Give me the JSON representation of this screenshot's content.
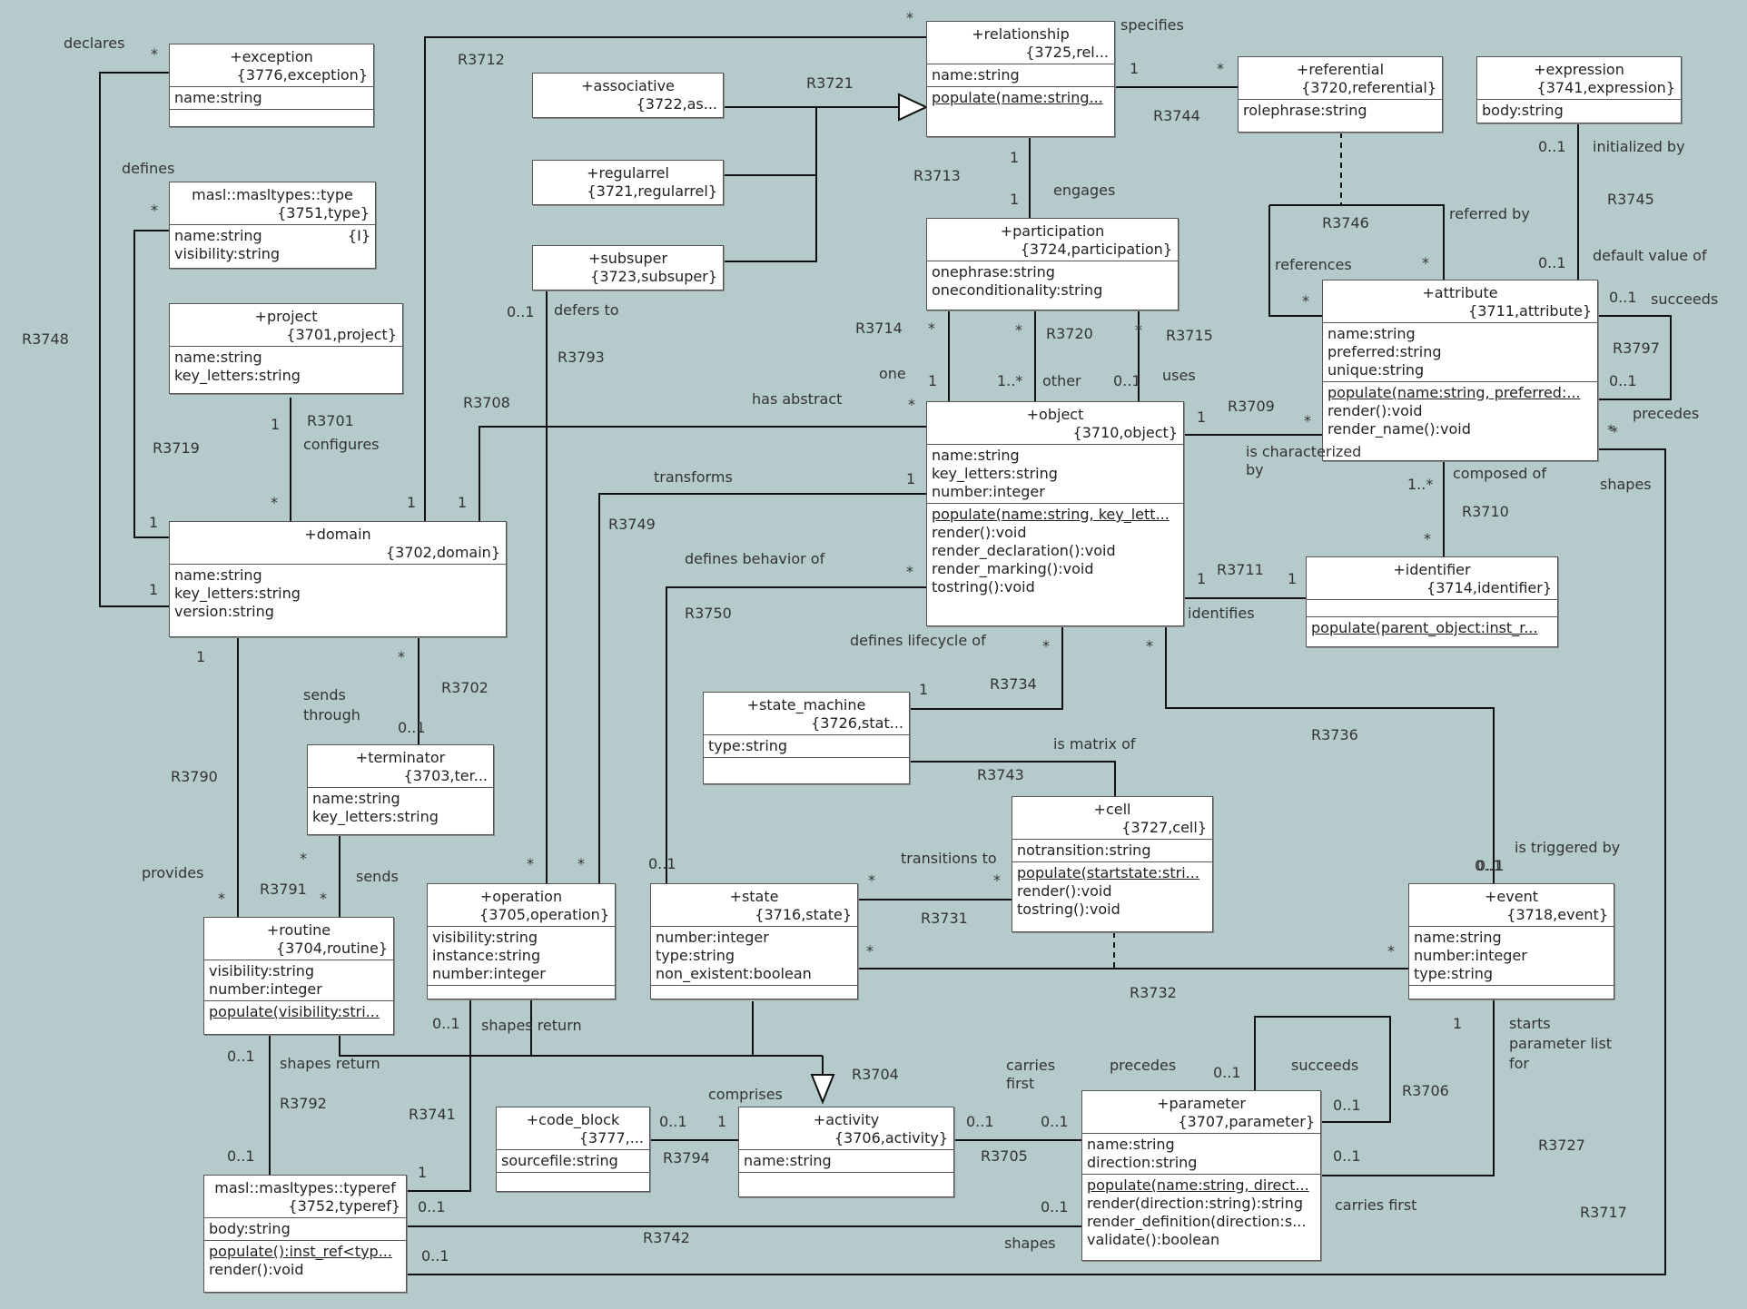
{
  "classes": {
    "exception": {
      "name": "+exception",
      "stereo": "{3776,exception}",
      "attrs": [
        "name:string"
      ],
      "ops": []
    },
    "type": {
      "name": "masl::masltypes::type",
      "stereo": "{3751,type}",
      "attrs": [
        "name:string",
        "visibility:string"
      ],
      "attr_tag": "{I}",
      "ops": []
    },
    "project": {
      "name": "+project",
      "stereo": "{3701,project}",
      "attrs": [
        "name:string",
        "key_letters:string"
      ],
      "ops": []
    },
    "domain": {
      "name": "+domain",
      "stereo": "{3702,domain}",
      "attrs": [
        "name:string",
        "key_letters:string",
        "version:string"
      ],
      "ops": []
    },
    "associative": {
      "name": "+associative",
      "stereo": "{3722,as..."
    },
    "regularrel": {
      "name": "+regularrel",
      "stereo": "{3721,regularrel}"
    },
    "subsuper": {
      "name": "+subsuper",
      "stereo": "{3723,subsuper}"
    },
    "relationship": {
      "name": "+relationship",
      "stereo": "{3725,rel...",
      "attrs": [
        "name:string"
      ],
      "ops": [
        "populate(name:string..."
      ]
    },
    "referential": {
      "name": "+referential",
      "stereo": "{3720,referential}",
      "attrs": [
        "rolephrase:string"
      ],
      "ops": []
    },
    "expression": {
      "name": "+expression",
      "stereo": "{3741,expression}",
      "attrs": [
        "body:string"
      ],
      "ops": []
    },
    "participation": {
      "name": "+participation",
      "stereo": "{3724,participation}",
      "attrs": [
        "onephrase:string",
        "oneconditionality:string"
      ]
    },
    "attribute": {
      "name": "+attribute",
      "stereo": "{3711,attribute}",
      "attrs": [
        "name:string",
        "preferred:string",
        "unique:string"
      ],
      "ops": [
        "populate(name:string, preferred:...",
        "render():void",
        "render_name():void"
      ]
    },
    "object": {
      "name": "+object",
      "stereo": "{3710,object}",
      "attrs": [
        "name:string",
        "key_letters:string",
        "number:integer"
      ],
      "ops": [
        "populate(name:string, key_lett...",
        "render():void",
        "render_declaration():void",
        "render_marking():void",
        "tostring():void"
      ]
    },
    "identifier": {
      "name": "+identifier",
      "stereo": "{3714,identifier}",
      "attrs": [],
      "ops": [
        "populate(parent_object:inst_r..."
      ]
    },
    "state_machine": {
      "name": "+state_machine",
      "stereo": "{3726,stat...",
      "attrs": [
        "type:string"
      ],
      "ops": []
    },
    "cell": {
      "name": "+cell",
      "stereo": "{3727,cell}",
      "attrs": [
        "notransition:string"
      ],
      "ops": [
        "populate(startstate:stri...",
        "render():void",
        "tostring():void"
      ]
    },
    "terminator": {
      "name": "+terminator",
      "stereo": "{3703,ter...",
      "attrs": [
        "name:string",
        "key_letters:string"
      ]
    },
    "routine": {
      "name": "+routine",
      "stereo": "{3704,routine}",
      "attrs": [
        "visibility:string",
        "number:integer"
      ],
      "ops": [
        "populate(visibility:stri..."
      ]
    },
    "operation": {
      "name": "+operation",
      "stereo": "{3705,operation}",
      "attrs": [
        "visibility:string",
        "instance:string",
        "number:integer"
      ],
      "ops": []
    },
    "state": {
      "name": "+state",
      "stereo": "{3716,state}",
      "attrs": [
        "number:integer",
        "type:string",
        "non_existent:boolean"
      ],
      "ops": []
    },
    "event": {
      "name": "+event",
      "stereo": "{3718,event}",
      "attrs": [
        "name:string",
        "number:integer",
        "type:string"
      ],
      "ops": []
    },
    "code_block": {
      "name": "+code_block",
      "stereo": "{3777,...",
      "attrs": [
        "sourcefile:string"
      ],
      "ops": []
    },
    "activity": {
      "name": "+activity",
      "stereo": "{3706,activity}",
      "attrs": [
        "name:string"
      ],
      "ops": []
    },
    "parameter": {
      "name": "+parameter",
      "stereo": "{3707,parameter}",
      "attrs": [
        "name:string",
        "direction:string"
      ],
      "ops": [
        "populate(name:string, direct...",
        "render(direction:string):string",
        "render_definition(direction:s...",
        "validate():boolean"
      ]
    },
    "typeref": {
      "name": "masl::masltypes::typeref",
      "stereo": "{3752,typeref}",
      "attrs": [
        "body:string"
      ],
      "ops": [
        "populate():inst_ref<typ...",
        "render():void"
      ]
    }
  },
  "labels": [
    {
      "id": "declares",
      "t": "declares"
    },
    {
      "id": "defines",
      "t": "defines"
    },
    {
      "id": "r3748",
      "t": "R3748"
    },
    {
      "id": "r3712",
      "t": "R3712"
    },
    {
      "id": "r3721",
      "t": "R3721"
    },
    {
      "id": "specifies",
      "t": "specifies"
    },
    {
      "id": "r3744",
      "t": "R3744"
    },
    {
      "id": "r3713",
      "t": "R3713"
    },
    {
      "id": "engages",
      "t": "engages"
    },
    {
      "id": "r3746",
      "t": "R3746"
    },
    {
      "id": "referred_by",
      "t": "referred by"
    },
    {
      "id": "references",
      "t": "references"
    },
    {
      "id": "initialized_by",
      "t": "initialized by"
    },
    {
      "id": "r3745",
      "t": "R3745"
    },
    {
      "id": "default_value_of",
      "t": "default value of"
    },
    {
      "id": "succeeds_a",
      "t": "succeeds"
    },
    {
      "id": "r3797",
      "t": "R3797"
    },
    {
      "id": "precedes_a",
      "t": "precedes"
    },
    {
      "id": "defers_to",
      "t": "defers to"
    },
    {
      "id": "r3793",
      "t": "R3793"
    },
    {
      "id": "r3714",
      "t": "R3714"
    },
    {
      "id": "r3720",
      "t": "R3720"
    },
    {
      "id": "r3715",
      "t": "R3715"
    },
    {
      "id": "one",
      "t": "one"
    },
    {
      "id": "other",
      "t": "other"
    },
    {
      "id": "uses",
      "t": "uses"
    },
    {
      "id": "has_abstract",
      "t": "has abstract"
    },
    {
      "id": "r3708",
      "t": "R3708"
    },
    {
      "id": "r3709",
      "t": "R3709"
    },
    {
      "id": "is_characterized",
      "t": "is characterized"
    },
    {
      "id": "by",
      "t": "by"
    },
    {
      "id": "composed_of",
      "t": "composed of"
    },
    {
      "id": "shapes_a",
      "t": "shapes"
    },
    {
      "id": "r3710",
      "t": "R3710"
    },
    {
      "id": "r3701",
      "t": "R3701"
    },
    {
      "id": "configures",
      "t": "configures"
    },
    {
      "id": "r3719",
      "t": "R3719"
    },
    {
      "id": "transforms",
      "t": "transforms"
    },
    {
      "id": "r3749",
      "t": "R3749"
    },
    {
      "id": "defines_behavior_of",
      "t": "defines behavior of"
    },
    {
      "id": "r3750",
      "t": "R3750"
    },
    {
      "id": "r3711",
      "t": "R3711"
    },
    {
      "id": "identifies",
      "t": "identifies"
    },
    {
      "id": "defines_lifecycle_of",
      "t": "defines lifecycle of"
    },
    {
      "id": "r3734",
      "t": "R3734"
    },
    {
      "id": "r3736",
      "t": "R3736"
    },
    {
      "id": "is_matrix_of",
      "t": "is matrix of"
    },
    {
      "id": "r3743",
      "t": "R3743"
    },
    {
      "id": "sends_through",
      "t": "sends"
    },
    {
      "id": "through",
      "t": "through"
    },
    {
      "id": "r3702",
      "t": "R3702"
    },
    {
      "id": "r3790",
      "t": "R3790"
    },
    {
      "id": "provides",
      "t": "provides"
    },
    {
      "id": "r3791",
      "t": "R3791"
    },
    {
      "id": "sends",
      "t": "sends"
    },
    {
      "id": "transitions_to",
      "t": "transitions to"
    },
    {
      "id": "r3731",
      "t": "R3731"
    },
    {
      "id": "is_triggered_by",
      "t": "is triggered by"
    },
    {
      "id": "r3732",
      "t": "R3732"
    },
    {
      "id": "shapes_return_a",
      "t": "shapes return"
    },
    {
      "id": "shapes_return_b",
      "t": "shapes return"
    },
    {
      "id": "r3704",
      "t": "R3704"
    },
    {
      "id": "r3792",
      "t": "R3792"
    },
    {
      "id": "r3741",
      "t": "R3741"
    },
    {
      "id": "comprises",
      "t": "comprises"
    },
    {
      "id": "carries",
      "t": "carries"
    },
    {
      "id": "first",
      "t": "first"
    },
    {
      "id": "precedes_b",
      "t": "precedes"
    },
    {
      "id": "succeeds_b",
      "t": "succeeds"
    },
    {
      "id": "r3706",
      "t": "R3706"
    },
    {
      "id": "starts",
      "t": "starts"
    },
    {
      "id": "parameter_list",
      "t": "parameter list"
    },
    {
      "id": "for",
      "t": "for"
    },
    {
      "id": "r3794",
      "t": "R3794"
    },
    {
      "id": "r3705",
      "t": "R3705"
    },
    {
      "id": "r3727",
      "t": "R3727"
    },
    {
      "id": "carries_first",
      "t": "carries first"
    },
    {
      "id": "r3717",
      "t": "R3717"
    },
    {
      "id": "r3742",
      "t": "R3742"
    },
    {
      "id": "shapes_b",
      "t": "shapes"
    }
  ],
  "multiplicities": [
    {
      "id": "m1",
      "t": "*"
    },
    {
      "id": "m2",
      "t": "*"
    },
    {
      "id": "m3",
      "t": "*"
    },
    {
      "id": "m4",
      "t": "1"
    },
    {
      "id": "m5",
      "t": "*"
    },
    {
      "id": "m6",
      "t": "1"
    },
    {
      "id": "m7",
      "t": "1"
    },
    {
      "id": "m8",
      "t": "*"
    },
    {
      "id": "m9",
      "t": "0..1"
    },
    {
      "id": "m10",
      "t": "0..1"
    },
    {
      "id": "m11",
      "t": "*"
    },
    {
      "id": "m12",
      "t": "*"
    },
    {
      "id": "m13",
      "t": "0..1"
    },
    {
      "id": "m14",
      "t": "0..1"
    },
    {
      "id": "m15",
      "t": "0..1"
    },
    {
      "id": "m16",
      "t": "*"
    },
    {
      "id": "m17",
      "t": "*"
    },
    {
      "id": "m18",
      "t": "*"
    },
    {
      "id": "m19",
      "t": "1"
    },
    {
      "id": "m20",
      "t": "1..*"
    },
    {
      "id": "m21",
      "t": "0..1"
    },
    {
      "id": "m22",
      "t": "*"
    },
    {
      "id": "m23",
      "t": "1"
    },
    {
      "id": "m24",
      "t": "*"
    },
    {
      "id": "m25",
      "t": "1..*"
    },
    {
      "id": "m26",
      "t": "*"
    },
    {
      "id": "m27",
      "t": "*"
    },
    {
      "id": "m28",
      "t": "1"
    },
    {
      "id": "m29",
      "t": "*"
    },
    {
      "id": "m30",
      "t": "1"
    },
    {
      "id": "m31",
      "t": "1"
    },
    {
      "id": "m32",
      "t": "1"
    },
    {
      "id": "m33",
      "t": "1"
    },
    {
      "id": "m34",
      "t": "1"
    },
    {
      "id": "m35",
      "t": "*"
    },
    {
      "id": "m36",
      "t": "1"
    },
    {
      "id": "m37",
      "t": "1"
    },
    {
      "id": "m38",
      "t": "*"
    },
    {
      "id": "m39",
      "t": "1"
    },
    {
      "id": "m40",
      "t": "*"
    },
    {
      "id": "m41",
      "t": "0..1"
    },
    {
      "id": "m42",
      "t": "1"
    },
    {
      "id": "m43",
      "t": "*"
    },
    {
      "id": "m44",
      "t": "0..1"
    },
    {
      "id": "m45",
      "t": "*"
    },
    {
      "id": "m46",
      "t": "*"
    },
    {
      "id": "m47",
      "t": "*"
    },
    {
      "id": "m48",
      "t": "*"
    },
    {
      "id": "m49",
      "t": "*"
    },
    {
      "id": "m50",
      "t": "0..1"
    },
    {
      "id": "m51",
      "t": "*"
    },
    {
      "id": "m52",
      "t": "*"
    },
    {
      "id": "m53",
      "t": "*"
    },
    {
      "id": "m54",
      "t": "*"
    },
    {
      "id": "m55",
      "t": "0..1"
    },
    {
      "id": "m56",
      "t": "0..1"
    },
    {
      "id": "m57",
      "t": "0..1"
    },
    {
      "id": "m58",
      "t": "0..1"
    },
    {
      "id": "m59",
      "t": "1"
    },
    {
      "id": "m60",
      "t": "0..1"
    },
    {
      "id": "m61",
      "t": "0..1"
    },
    {
      "id": "m62",
      "t": "0..1"
    },
    {
      "id": "m63",
      "t": "0..1"
    },
    {
      "id": "m64",
      "t": "0..1"
    },
    {
      "id": "m65",
      "t": "0..1"
    },
    {
      "id": "m66",
      "t": "0..1"
    },
    {
      "id": "m67",
      "t": "1"
    },
    {
      "id": "m68",
      "t": "1"
    },
    {
      "id": "m69",
      "t": "0..1"
    },
    {
      "id": "m70",
      "t": "0..1"
    }
  ]
}
